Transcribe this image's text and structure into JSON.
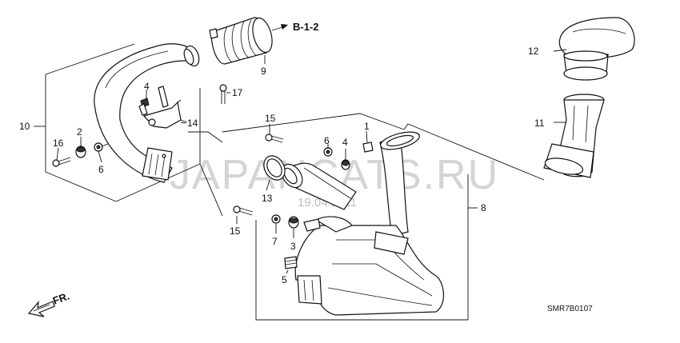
{
  "diagram": {
    "callouts": {
      "p1": "1",
      "p2": "2",
      "p3": "3",
      "p4a": "4",
      "p4b": "4",
      "p5": "5",
      "p6a": "6",
      "p6b": "6",
      "p7": "7",
      "p8": "8",
      "p9": "9",
      "p10": "10",
      "p11": "11",
      "p12": "12",
      "p13": "13",
      "p14": "14",
      "p15a": "15",
      "p15b": "15",
      "p16": "16",
      "p17": "17"
    },
    "reference": "B-1-2",
    "direction": "FR.",
    "code": "SMR7B0107",
    "watermark": "JAPANCATS.RU",
    "date_stamp": "19.04.2011"
  }
}
